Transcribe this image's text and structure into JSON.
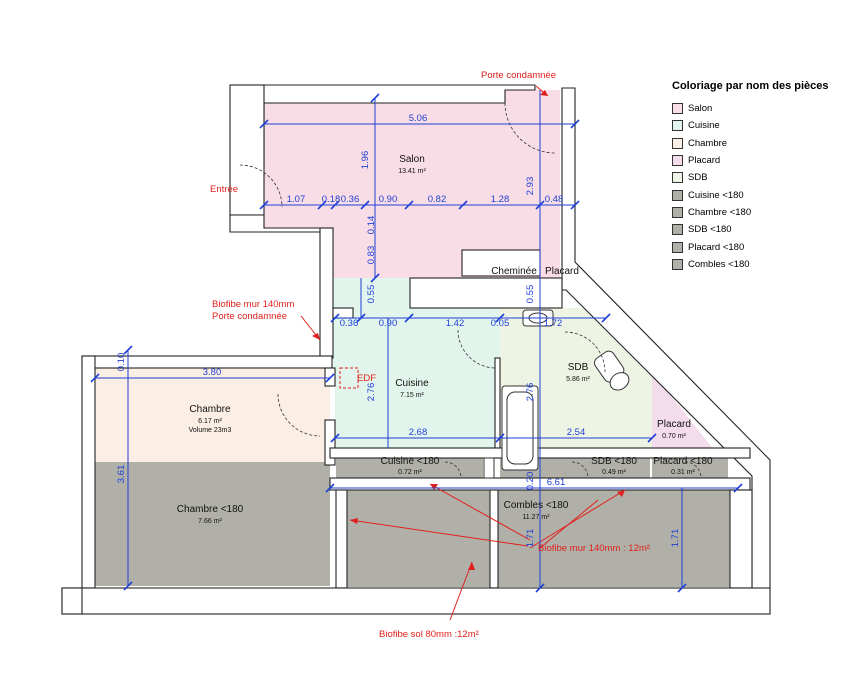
{
  "colors": {
    "salon": "#f8dde6",
    "cuisine": "#e2f5ec",
    "chambre": "#fbeee4",
    "placard": "#f3dcec",
    "sdb": "#eef4e4",
    "low": "#b1b0a8",
    "wall": "#ffffff",
    "dim": "#1f3fd6",
    "note": "#e0201c"
  },
  "legend": {
    "title": "Coloriage par nom des pièces",
    "items": [
      {
        "label": "Salon",
        "color": "#f8dde6"
      },
      {
        "label": "Cuisine",
        "color": "#e2f5ec"
      },
      {
        "label": "Chambre",
        "color": "#fbeee4"
      },
      {
        "label": "Placard",
        "color": "#f3dcec"
      },
      {
        "label": "SDB",
        "color": "#eef4e4"
      },
      {
        "label": "Cuisine <180",
        "color": "#b1b0a8"
      },
      {
        "label": "Chambre <180",
        "color": "#b1b0a8"
      },
      {
        "label": "SDB <180",
        "color": "#b1b0a8"
      },
      {
        "label": "Placard <180",
        "color": "#b1b0a8"
      },
      {
        "label": "Combles <180",
        "color": "#b1b0a8"
      }
    ]
  },
  "rooms": {
    "salon": {
      "name": "Salon",
      "area": "13.41 m²"
    },
    "cuisine": {
      "name": "Cuisine",
      "area": "7.15 m²"
    },
    "sdb": {
      "name": "SDB",
      "area": "5.86 m²"
    },
    "chambre": {
      "name": "Chambre",
      "area": "6.17 m²",
      "volume": "Volume 23m3"
    },
    "chambre_low": {
      "name": "Chambre <180",
      "area": "7.66 m²"
    },
    "cuisine_low": {
      "name": "Cuisine <180",
      "area": "0.72 m²"
    },
    "sdb_low": {
      "name": "SDB <180",
      "area": "0.49 m²"
    },
    "placard": {
      "name": "Placard",
      "area": "0.70 m²"
    },
    "placard_low": {
      "name": "Placard <180",
      "area": "0.31 m²"
    },
    "combles": {
      "name": "Combles <180",
      "area": "11.27 m²"
    },
    "cheminee": {
      "name": "Cheminée"
    },
    "placard_small": {
      "name": "Placard"
    }
  },
  "dimensions": {
    "d_506": "5.06",
    "d_196": "1.96",
    "d_293": "2.93",
    "d_107": "1.07",
    "d_018": "0.18",
    "d_036a": "0.36",
    "d_090a": "0.90",
    "d_082": "0.82",
    "d_128": "1.28",
    "d_048": "0.48",
    "d_014": "0.14",
    "d_083": "0.83",
    "d_055a": "0.55",
    "d_055b": "0.55",
    "d_036b": "0.36",
    "d_090b": "0.90",
    "d_142": "1.42",
    "d_005": "0.05",
    "d_172": "1.72",
    "d_276a": "2.76",
    "d_276b": "2.76",
    "d_380": "3.80",
    "d_010": "0.10",
    "d_361": "3.61",
    "d_268": "2.68",
    "d_254": "2.54",
    "d_661": "6.61",
    "d_020": "0.20",
    "d_171a": "1.71",
    "d_171b": "1.71"
  },
  "notes": {
    "porte_condamnee_top": "Porte condamnée",
    "entree": "Entrée",
    "biofibe_mur_1": "Biofibe mur 140mm",
    "biofibe_mur_2": "Porte condamnée",
    "edf": "EDF",
    "biofibe_mur_12": "Biofibe mur 140mm : 12m²",
    "biofibe_sol": "Biofibe sol 80mm :12m²"
  }
}
